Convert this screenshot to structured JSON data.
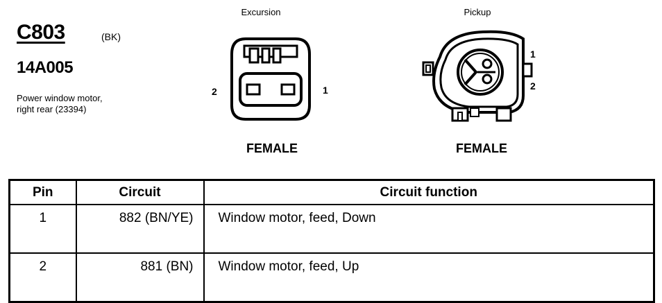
{
  "connector": {
    "id": "C803",
    "color_code": "(BK)",
    "part_number": "14A005",
    "description": "Power window motor, right rear (23394)"
  },
  "views": [
    {
      "title": "Excursion",
      "gender": "FEMALE",
      "pin_left": "2",
      "pin_right": "1"
    },
    {
      "title": "Pickup",
      "gender": "FEMALE",
      "pin_top": "1",
      "pin_bottom": "2"
    }
  ],
  "table": {
    "headers": [
      "Pin",
      "Circuit",
      "Circuit function"
    ],
    "rows": [
      {
        "pin": "1",
        "circuit": "882 (BN/YE)",
        "function": "Window motor, feed, Down"
      },
      {
        "pin": "2",
        "circuit": "881 (BN)",
        "function": "Window motor, feed, Up"
      }
    ]
  }
}
